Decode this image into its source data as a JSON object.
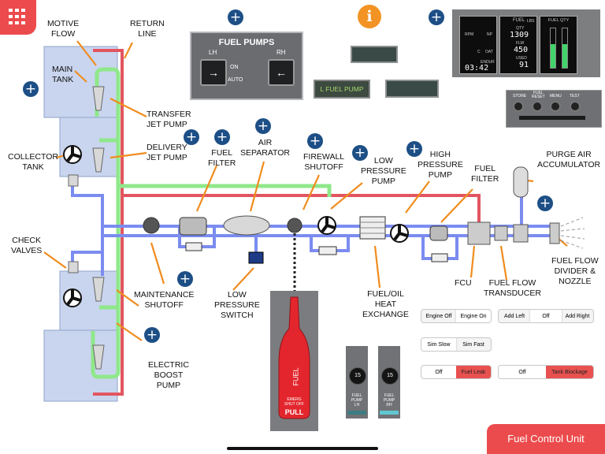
{
  "diagram": {
    "labels": {
      "motive_flow": "MOTIVE\nFLOW",
      "return_line": "RETURN\nLINE",
      "main_tank": "MAIN\nTANK",
      "transfer_jet_pump": "TRANSFER\nJET PUMP",
      "collector_tank": "COLLECTOR\nTANK",
      "delivery_jet_pump": "DELIVERY\nJET PUMP",
      "fuel_filter_1": "FUEL\nFILTER",
      "air_separator": "AIR\nSEPARATOR",
      "firewall_shutoff": "FIREWALL\nSHUTOFF",
      "low_pressure_pump": "LOW\nPRESSURE\nPUMP",
      "high_pressure_pump": "HIGH\nPRESSURE\nPUMP",
      "fuel_filter_2": "FUEL\nFILTER",
      "purge_air_accumulator": "PURGE AIR\nACCUMULATOR",
      "check_valves": "CHECK\nVALVES",
      "maintenance_shutoff": "MAINTENANCE\nSHUTOFF",
      "low_pressure_switch": "LOW\nPRESSURE\nSWITCH",
      "fuel_oil_heat_exchange": "FUEL/OIL\nHEAT\nEXCHANGE",
      "fcu": "FCU",
      "fuel_flow_transducer": "FUEL FLOW\nTRANSDUCER",
      "fuel_flow_divider": "FUEL FLOW\nDIVIDER &\nNOZZLE",
      "electric_boost_pump": "ELECTRIC\nBOOST\nPUMP"
    },
    "colors": {
      "fuel_blue": "#7b8cf0",
      "motive_green": "#8fe88a",
      "return_red": "#e0505a",
      "tank_fill": "#c8d4ee",
      "leader_orange": "#f08c1e"
    }
  },
  "fuel_pumps_panel": {
    "title": "FUEL PUMPS",
    "lh": "LH",
    "rh": "RH",
    "on": "ON",
    "auto": "AUTO"
  },
  "annunciators": {
    "l_fuel_pump": "L FUEL PUMP"
  },
  "engine_display": {
    "rpm": "RPM",
    "np": "NP",
    "fuel_label": "FUEL",
    "lbs": "LBS",
    "qty_label": "QTY",
    "qty_value": "1309",
    "flw_label": "FLW",
    "flw_value": "450",
    "used_label": "USED",
    "used_value": "91",
    "c_label": "C",
    "oat_label": "OAT",
    "endur_label": "ENDUR",
    "endur_value": "03:42",
    "fuel_qty_title": "FUEL QTY"
  },
  "control_buttons": {
    "store": "STORE",
    "fuel_reset": "FUEL\nRESET",
    "menu": "MENU",
    "test": "TEST"
  },
  "emergency_handle": {
    "fuel": "FUEL",
    "emerg": "EMERG",
    "shut_off": "SHUT OFF",
    "pull": "PULL"
  },
  "breakers": [
    {
      "value": "15",
      "label": "FUEL\nPUMP\nLH",
      "color": "#3c7d83"
    },
    {
      "value": "15",
      "label": "FUEL\nPUMP\nRH",
      "color": "#5fc7d1"
    }
  ],
  "controls": {
    "engine": {
      "options": [
        "Engine Off",
        "Engine On"
      ],
      "selected": "Engine On"
    },
    "add": {
      "options": [
        "Add Left",
        "Off",
        "Add Right"
      ],
      "selected": "Off"
    },
    "sim": {
      "options": [
        "Sim Slow",
        "Sim Fast"
      ],
      "selected": "Sim Slow"
    },
    "fuel_leak": {
      "options": [
        "Off",
        "Fuel Leak"
      ],
      "selected": "Off"
    },
    "tank_blockage": {
      "options": [
        "Off",
        "Tank Blockage"
      ],
      "selected": "Off"
    }
  },
  "footer": {
    "title": "Fuel Control Unit"
  }
}
